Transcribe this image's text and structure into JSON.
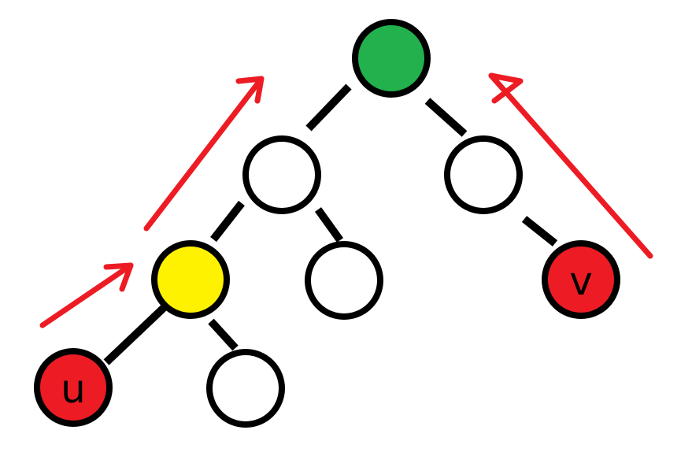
{
  "colors": {
    "edge": "#000000",
    "arrow": "#ed1c24",
    "node_default": "#ffffff",
    "node_root": "#22b14c",
    "node_lca": "#fff200",
    "node_endpoint": "#ed1c24"
  },
  "nodes": [
    {
      "id": "root",
      "label": "",
      "color_role": "node_root"
    },
    {
      "id": "left-child",
      "label": "",
      "color_role": "node_default"
    },
    {
      "id": "right-child",
      "label": "",
      "color_role": "node_default"
    },
    {
      "id": "lca",
      "label": "",
      "color_role": "node_lca"
    },
    {
      "id": "left-right-child",
      "label": "",
      "color_role": "node_default"
    },
    {
      "id": "u",
      "label": "u",
      "color_role": "node_endpoint"
    },
    {
      "id": "lca-right-child",
      "label": "",
      "color_role": "node_default"
    },
    {
      "id": "v",
      "label": "v",
      "color_role": "node_endpoint"
    }
  ],
  "edges": [
    {
      "from": "root",
      "to": "left-child"
    },
    {
      "from": "root",
      "to": "right-child"
    },
    {
      "from": "left-child",
      "to": "lca"
    },
    {
      "from": "left-child",
      "to": "left-right-child"
    },
    {
      "from": "lca",
      "to": "u"
    },
    {
      "from": "lca",
      "to": "lca-right-child"
    },
    {
      "from": "right-child",
      "to": "v"
    }
  ]
}
